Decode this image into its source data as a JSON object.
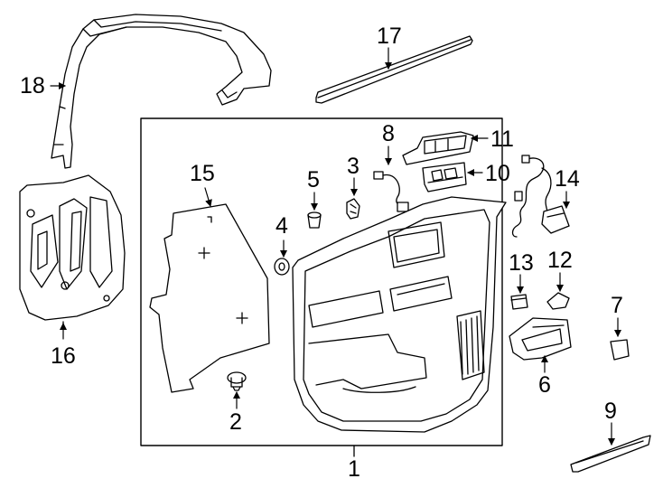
{
  "diagram": {
    "line_color": "#000000",
    "background": "#ffffff",
    "callouts": [
      {
        "id": "n1",
        "text": "1"
      },
      {
        "id": "n2",
        "text": "2"
      },
      {
        "id": "n3",
        "text": "3"
      },
      {
        "id": "n4",
        "text": "4"
      },
      {
        "id": "n5",
        "text": "5"
      },
      {
        "id": "n6",
        "text": "6"
      },
      {
        "id": "n7",
        "text": "7"
      },
      {
        "id": "n8",
        "text": "8"
      },
      {
        "id": "n9",
        "text": "9"
      },
      {
        "id": "n10",
        "text": "10"
      },
      {
        "id": "n11",
        "text": "11"
      },
      {
        "id": "n12",
        "text": "12"
      },
      {
        "id": "n13",
        "text": "13"
      },
      {
        "id": "n14",
        "text": "14"
      },
      {
        "id": "n15",
        "text": "15"
      },
      {
        "id": "n16",
        "text": "16"
      },
      {
        "id": "n17",
        "text": "17"
      },
      {
        "id": "n18",
        "text": "18"
      }
    ]
  }
}
